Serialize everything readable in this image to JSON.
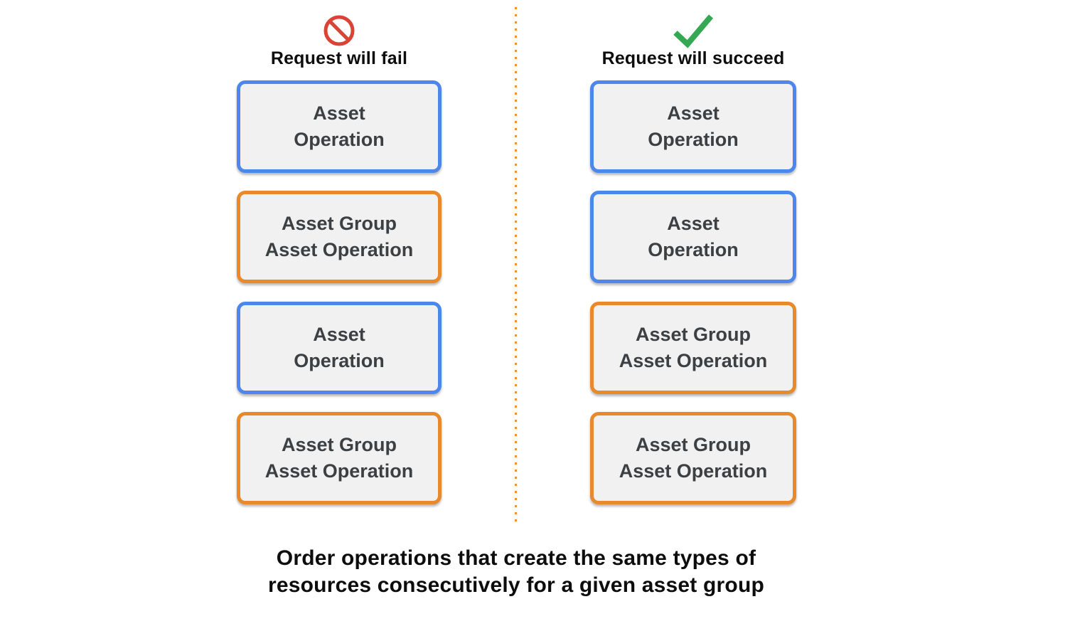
{
  "diagram": {
    "left": {
      "icon": "prohibition-icon",
      "title": "Request will fail",
      "boxes": [
        {
          "line1": "Asset",
          "line2": "Operation",
          "type": "asset-operation",
          "border_color": "blue"
        },
        {
          "line1": "Asset Group",
          "line2": "Asset Operation",
          "type": "asset-group-asset-operation",
          "border_color": "orange"
        },
        {
          "line1": "Asset",
          "line2": "Operation",
          "type": "asset-operation",
          "border_color": "blue"
        },
        {
          "line1": "Asset Group",
          "line2": "Asset Operation",
          "type": "asset-group-asset-operation",
          "border_color": "orange"
        }
      ]
    },
    "right": {
      "icon": "check-icon",
      "title": "Request will succeed",
      "boxes": [
        {
          "line1": "Asset",
          "line2": "Operation",
          "type": "asset-operation",
          "border_color": "blue"
        },
        {
          "line1": "Asset",
          "line2": "Operation",
          "type": "asset-operation",
          "border_color": "blue"
        },
        {
          "line1": "Asset Group",
          "line2": "Asset Operation",
          "type": "asset-group-asset-operation",
          "border_color": "orange"
        },
        {
          "line1": "Asset Group",
          "line2": "Asset Operation",
          "type": "asset-group-asset-operation",
          "border_color": "orange"
        }
      ]
    },
    "caption": {
      "line1": "Order operations that create the same types of",
      "line2": "resources consecutively for a given asset group"
    }
  },
  "colors": {
    "asset_operation_border": "#4d87ec",
    "asset_group_asset_operation_border": "#e8892b",
    "fail_icon_red": "#da4336",
    "success_icon_green": "#34a853",
    "divider_orange": "#ea9335",
    "box_fill": "#f1f1f1",
    "box_text": "#3c4043",
    "heading_text": "#0d0d0d"
  }
}
